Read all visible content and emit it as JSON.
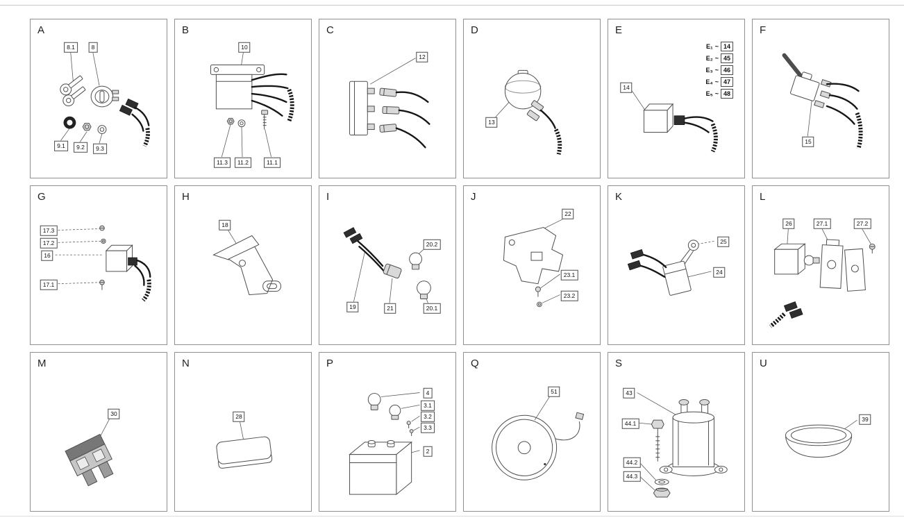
{
  "colors": {
    "panel_border": "#8f8f8f",
    "line": "#4d4d4d",
    "wire": "#161616"
  },
  "panels": [
    {
      "letter": "A",
      "callouts": [
        "8.1",
        "8",
        "9.1",
        "9.2",
        "9.3"
      ]
    },
    {
      "letter": "B",
      "callouts": [
        "10",
        "11.3",
        "11.2",
        "11.1"
      ]
    },
    {
      "letter": "C",
      "callouts": [
        "12"
      ]
    },
    {
      "letter": "D",
      "callouts": [
        "13"
      ]
    },
    {
      "letter": "E",
      "callouts": [
        "14"
      ],
      "legend_sep": "~",
      "legend": [
        {
          "e": "E₁",
          "n": "14"
        },
        {
          "e": "E₂",
          "n": "45"
        },
        {
          "e": "E₃",
          "n": "46"
        },
        {
          "e": "E₄",
          "n": "47"
        },
        {
          "e": "E₅",
          "n": "48"
        }
      ]
    },
    {
      "letter": "F",
      "callouts": [
        "15"
      ]
    },
    {
      "letter": "G",
      "callouts": [
        "17.3",
        "17.2",
        "16",
        "17.1"
      ]
    },
    {
      "letter": "H",
      "callouts": [
        "18"
      ]
    },
    {
      "letter": "I",
      "callouts": [
        "19",
        "21",
        "20.2",
        "20.1"
      ]
    },
    {
      "letter": "J",
      "callouts": [
        "22",
        "23.1",
        "23.2"
      ]
    },
    {
      "letter": "K",
      "callouts": [
        "25",
        "24"
      ]
    },
    {
      "letter": "L",
      "callouts": [
        "26",
        "27.1",
        "27.2"
      ]
    },
    {
      "letter": "M",
      "callouts": [
        "30"
      ]
    },
    {
      "letter": "N",
      "callouts": [
        "28"
      ]
    },
    {
      "letter": "P",
      "callouts": [
        "4",
        "3.1",
        "3.2",
        "3.3",
        "2"
      ]
    },
    {
      "letter": "Q",
      "callouts": [
        "51"
      ]
    },
    {
      "letter": "S",
      "callouts": [
        "43",
        "44.1",
        "44.2",
        "44.3"
      ]
    },
    {
      "letter": "U",
      "callouts": [
        "39"
      ]
    }
  ]
}
